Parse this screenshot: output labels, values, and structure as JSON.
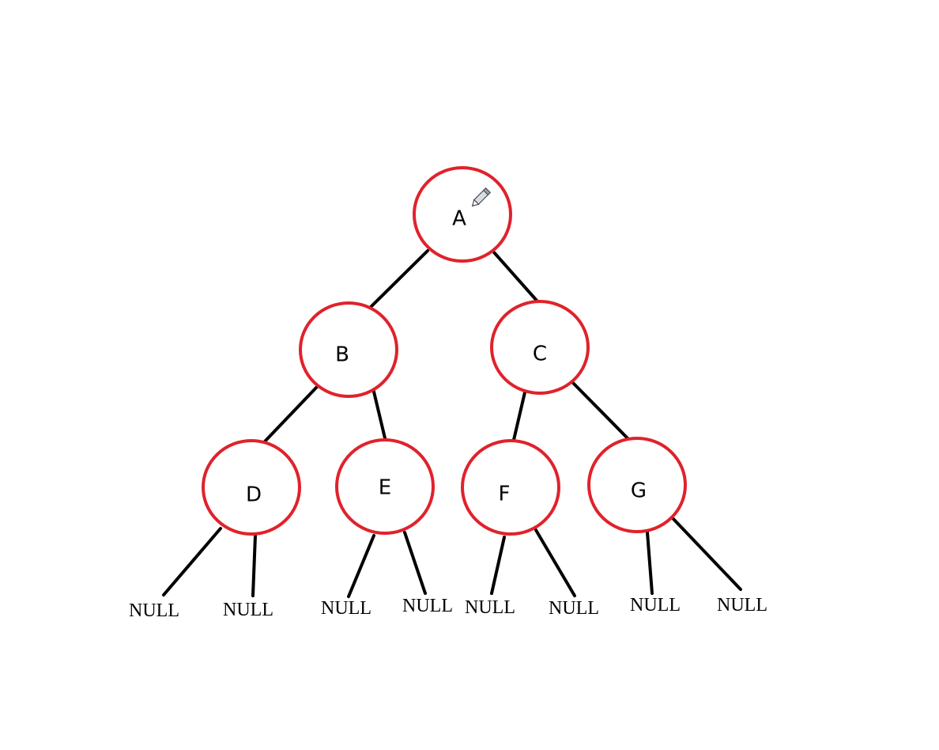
{
  "diagram": {
    "nodes": {
      "A": "A",
      "B": "B",
      "C": "C",
      "D": "D",
      "E": "E",
      "F": "F",
      "G": "G"
    },
    "null_leaves": [
      "NULL",
      "NULL",
      "NULL",
      "NULL",
      "NULL",
      "NULL",
      "NULL",
      "NULL"
    ],
    "cursor_icon": "pencil-icon"
  }
}
